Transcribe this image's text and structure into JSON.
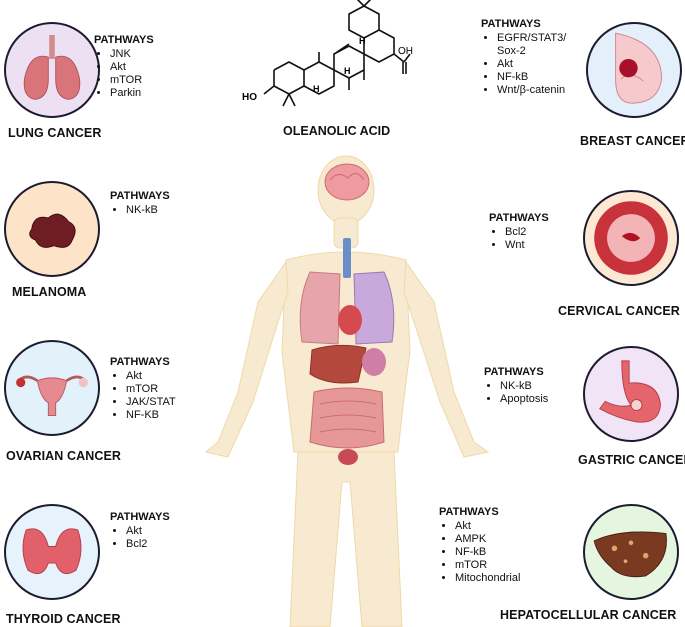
{
  "compound": {
    "name": "OLEANOLIC ACID",
    "labels": {
      "oh": "OH",
      "ho": "HO",
      "h1": "H",
      "h2": "H",
      "h3": "H"
    }
  },
  "pathways_title": "PATHWAYS",
  "cancers": {
    "lung": {
      "name": "LUNG CANCER",
      "pathways": [
        "JNK",
        "Akt",
        "mTOR",
        "Parkin"
      ]
    },
    "melanoma": {
      "name": "MELANOMA",
      "pathways": [
        "NK-kB"
      ]
    },
    "ovarian": {
      "name": "OVARIAN CANCER",
      "pathways": [
        "Akt",
        "mTOR",
        "JAK/STAT",
        "NF-KB"
      ]
    },
    "thyroid": {
      "name": "THYROID CANCER",
      "pathways": [
        "Akt",
        "Bcl2"
      ]
    },
    "breast": {
      "name": "BREAST CANCER",
      "pathways": [
        "EGFR/STAT3/",
        "Sox-2",
        "Akt",
        "NF-kB",
        "Wnt/β-catenin"
      ]
    },
    "cervical": {
      "name": "CERVICAL CANCER",
      "pathways": [
        "Bcl2",
        "Wnt"
      ]
    },
    "gastric": {
      "name": "GASTRIC CANCER",
      "pathways": [
        "NK-kB",
        "Apoptosis"
      ]
    },
    "hepatocellular": {
      "name": "HEPATOCELLULAR CANCER",
      "pathways": [
        "Akt",
        "AMPK",
        "NF-kB",
        "mTOR",
        "Mitochondrial"
      ]
    }
  },
  "colors": {
    "circle_border": "#1c1c2e",
    "lung_bg": "#eee0f3",
    "melanoma_bg": "#fde4c8",
    "ovarian_bg": "#e3f1fb",
    "thyroid_bg": "#e6f3fc",
    "breast_bg": "#e3f0fb",
    "cervical_bg": "#fde9d3",
    "gastric_bg": "#f1e4f6",
    "hepatocellular_bg": "#e5f6e0",
    "skeleton": "#f6e6bd",
    "organ_red": "#d9636b"
  }
}
